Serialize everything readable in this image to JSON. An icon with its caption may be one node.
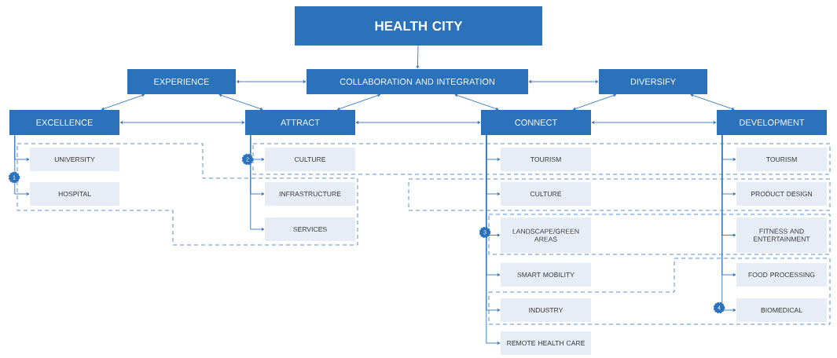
{
  "diagram": {
    "nodes": [
      {
        "text": [
          "HEALTH CITY"
        ]
      },
      {
        "text": [
          "EXPERIENCE"
        ]
      },
      {
        "text": [
          "COLLABORATION AND INTEGRATION"
        ]
      },
      {
        "text": [
          "DIVERSIFY"
        ]
      },
      {
        "text": [
          "EXCELLENCE"
        ]
      },
      {
        "text": [
          "ATTRACT"
        ]
      },
      {
        "text": [
          "CONNECT"
        ]
      },
      {
        "text": [
          "DEVELOPMENT"
        ]
      },
      {
        "text": [
          "UNIVERSITY"
        ]
      },
      {
        "text": [
          "HOSPITAL"
        ]
      },
      {
        "text": [
          "CULTURE"
        ]
      },
      {
        "text": [
          "INFRASTRUCTURE"
        ]
      },
      {
        "text": [
          "SERVICES"
        ]
      },
      {
        "text": [
          "TOURISM"
        ]
      },
      {
        "text": [
          "CULTURE"
        ]
      },
      {
        "text": [
          "LANDSCAPE/GREEN AREAS"
        ]
      },
      {
        "text": [
          "SMART MOBILITY"
        ]
      },
      {
        "text": [
          "INDUSTRY"
        ]
      },
      {
        "text": [
          "REMOTE HEALTH CARE"
        ]
      },
      {
        "text": [
          "TOURISM"
        ]
      },
      {
        "text": [
          "PRODUCT DESIGN"
        ]
      },
      {
        "text": [
          "FITNESS AND ENTERTAINMENT"
        ]
      },
      {
        "text": [
          "FOOD PROCESSING"
        ]
      },
      {
        "text": [
          "BIOMEDICAL"
        ]
      }
    ],
    "edges": [
      {
        "from": 0,
        "to": 2,
        "arrow": "to"
      },
      {
        "from": 1,
        "to": 2,
        "arrow": "both"
      },
      {
        "from": 2,
        "to": 3,
        "arrow": "both"
      },
      {
        "from": 1,
        "to": 4,
        "arrow": "both"
      },
      {
        "from": 1,
        "to": 5,
        "arrow": "both"
      },
      {
        "from": 2,
        "to": 5,
        "arrow": "both"
      },
      {
        "from": 2,
        "to": 6,
        "arrow": "both"
      },
      {
        "from": 3,
        "to": 6,
        "arrow": "both"
      },
      {
        "from": 3,
        "to": 7,
        "arrow": "both"
      },
      {
        "from": 4,
        "to": 5,
        "arrow": "both"
      },
      {
        "from": 5,
        "to": 6,
        "arrow": "both"
      },
      {
        "from": 6,
        "to": 7,
        "arrow": "both"
      },
      {
        "from": 4,
        "to": 8,
        "arrow": "to"
      },
      {
        "from": 4,
        "to": 9,
        "arrow": "to"
      },
      {
        "from": 5,
        "to": 10,
        "arrow": "to"
      },
      {
        "from": 5,
        "to": 11,
        "arrow": "to"
      },
      {
        "from": 5,
        "to": 12,
        "arrow": "to"
      },
      {
        "from": 6,
        "to": 13,
        "arrow": "to"
      },
      {
        "from": 6,
        "to": 14,
        "arrow": "to"
      },
      {
        "from": 6,
        "to": 15,
        "arrow": "to"
      },
      {
        "from": 6,
        "to": 16,
        "arrow": "to"
      },
      {
        "from": 6,
        "to": 17,
        "arrow": "to"
      },
      {
        "from": 6,
        "to": 18,
        "arrow": "to"
      },
      {
        "from": 7,
        "to": 19,
        "arrow": "to"
      },
      {
        "from": 7,
        "to": 20,
        "arrow": "to"
      },
      {
        "from": 7,
        "to": 21,
        "arrow": "to"
      },
      {
        "from": 7,
        "to": 22,
        "arrow": "to"
      },
      {
        "from": 7,
        "to": 23,
        "arrow": "to"
      }
    ],
    "labels": [
      "1",
      "2",
      "3",
      "4"
    ]
  }
}
